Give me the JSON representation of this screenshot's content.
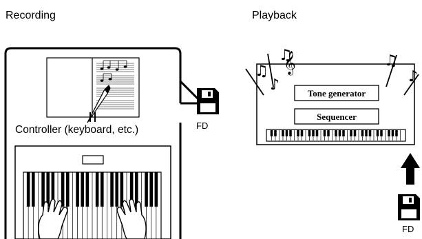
{
  "recording": {
    "title": "Recording",
    "controller_caption": "Controller (keyboard, etc.)",
    "fd_label": "FD"
  },
  "playback": {
    "title": "Playback",
    "tone_generator_label": "Tone generator",
    "sequencer_label": "Sequencer",
    "fd_label": "FD"
  },
  "icons": {
    "floppy": "floppy-disk-icon",
    "arrow": "arrow-up-icon",
    "note": "music-note-icon",
    "clef": "treble-clef-icon",
    "hand": "hand-icon",
    "pen": "pen-icon"
  },
  "colors": {
    "line": "#000000",
    "background": "#ffffff"
  }
}
